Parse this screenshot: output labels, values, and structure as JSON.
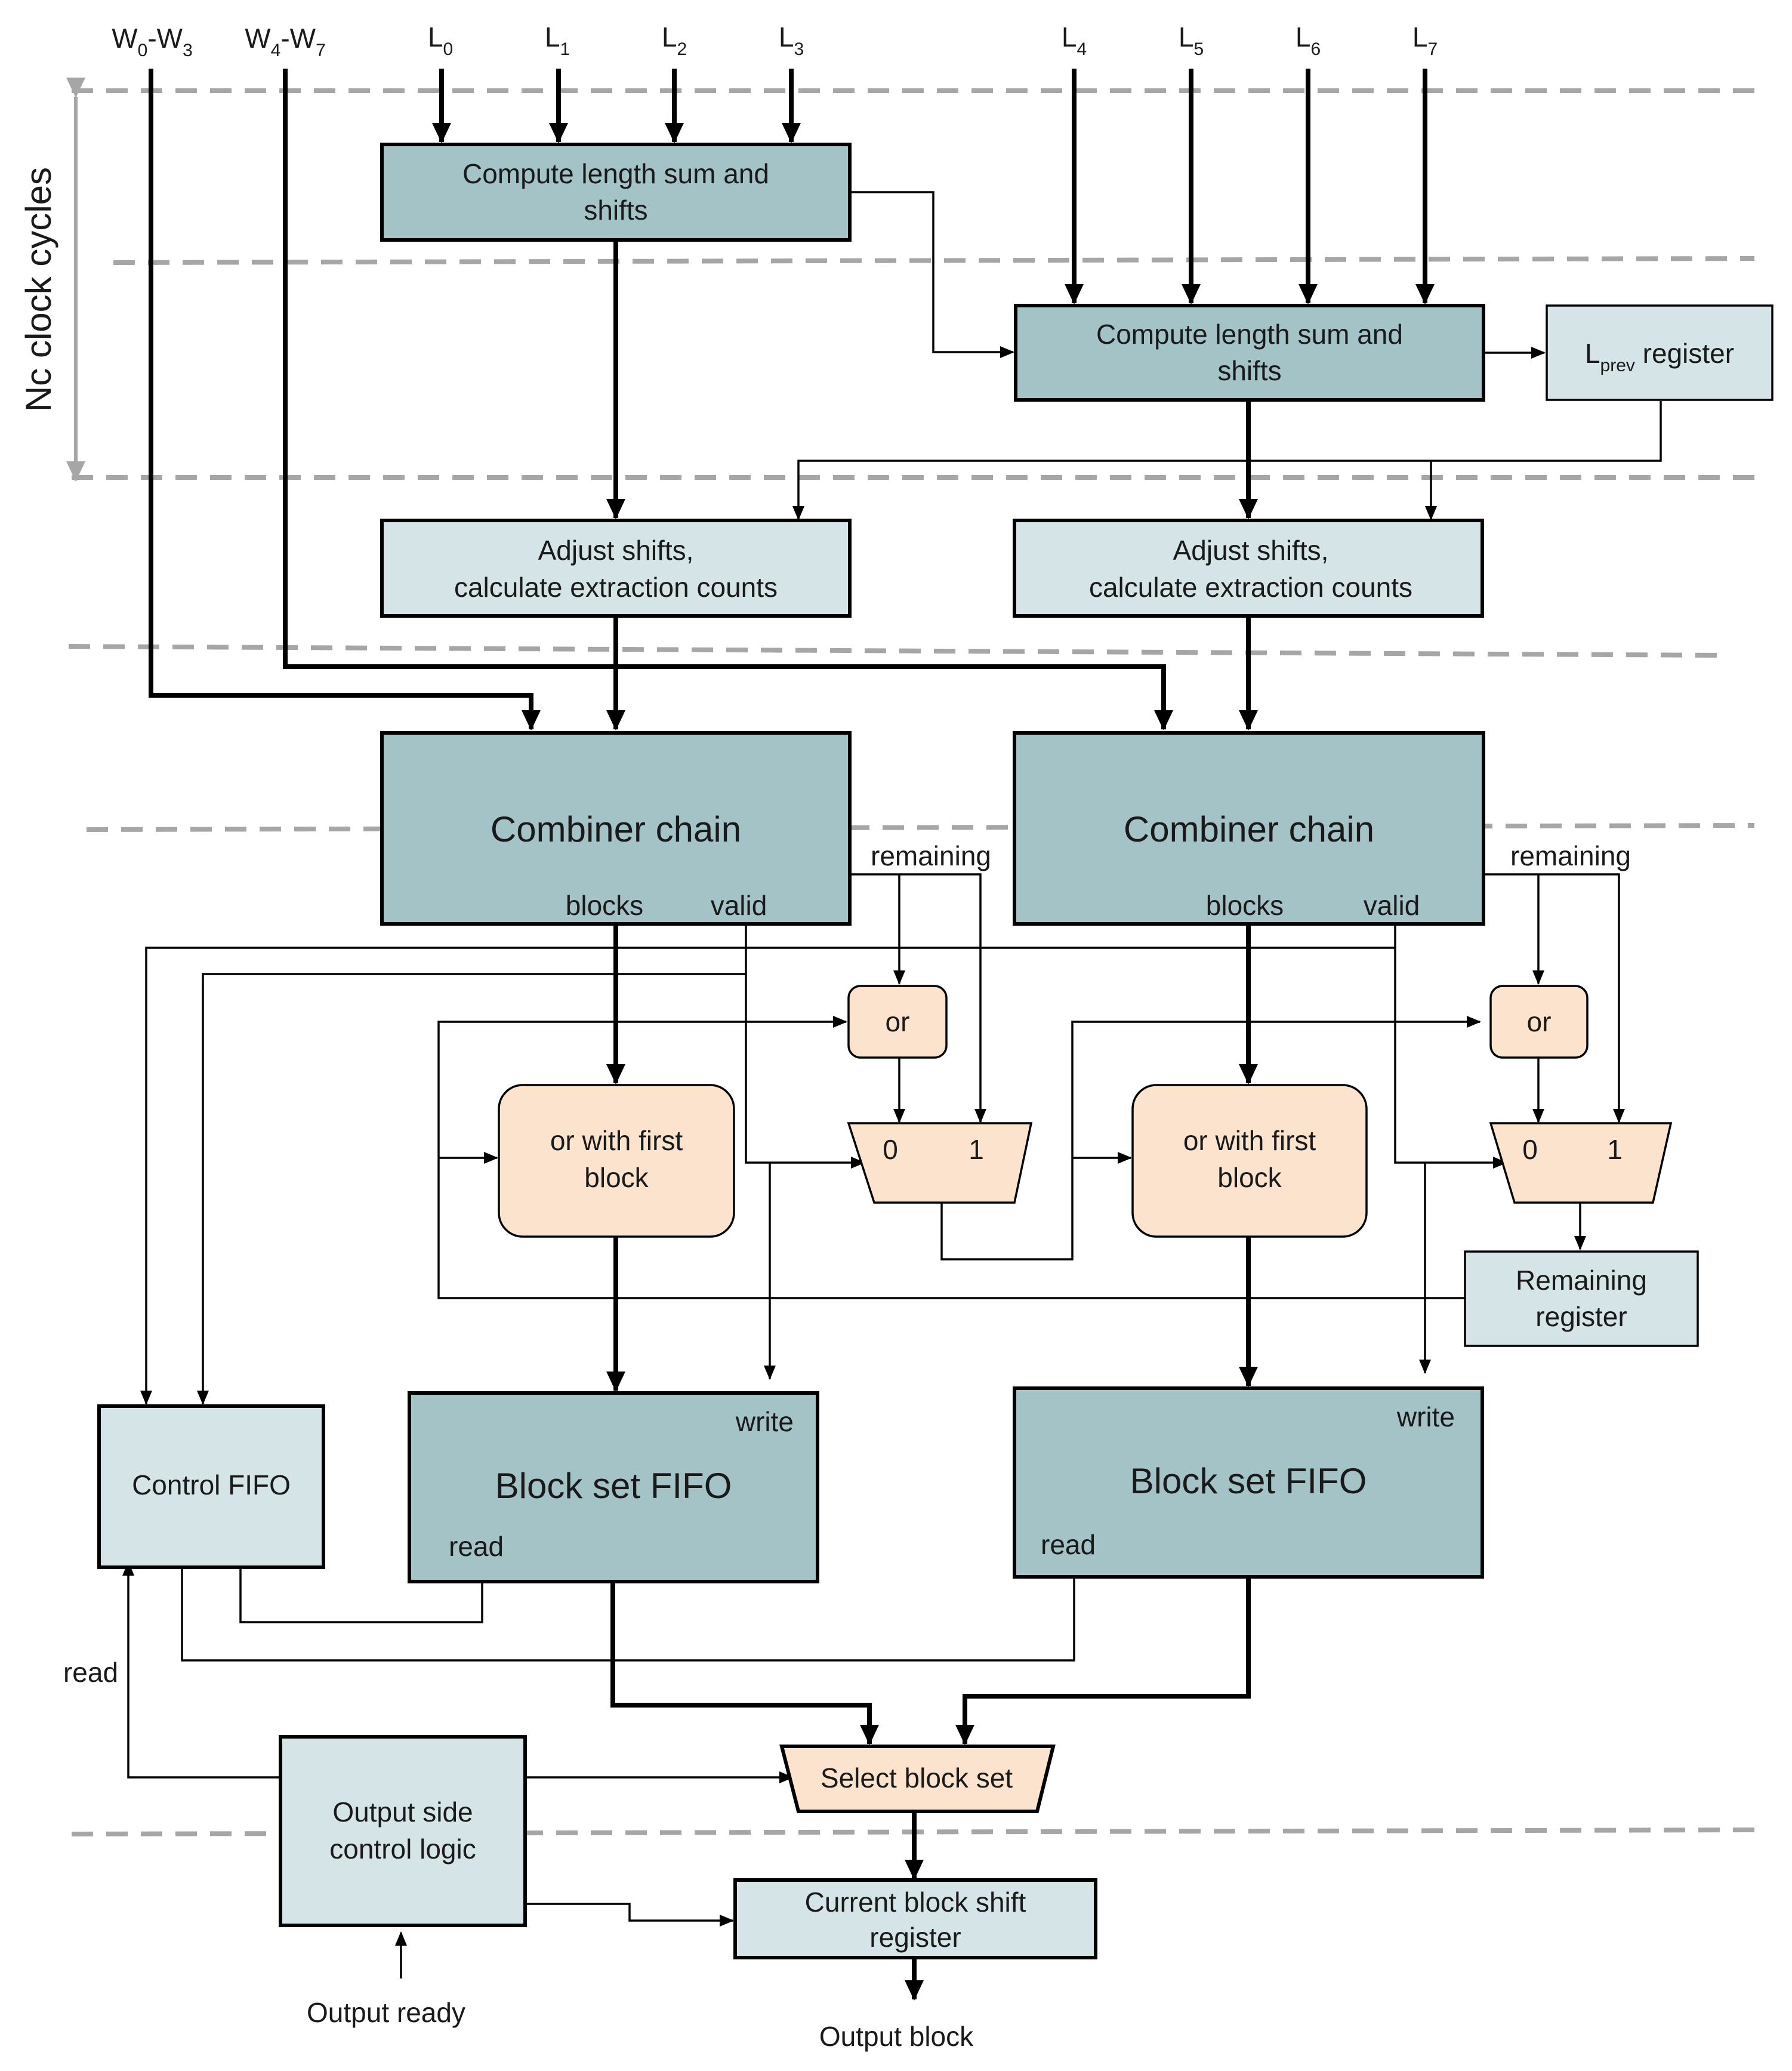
{
  "inputs": {
    "w03": {
      "main": "W",
      "s1": "0",
      "mid": "-W",
      "s2": "3"
    },
    "w47": {
      "main": "W",
      "s1": "4",
      "mid": "-W",
      "s2": "7"
    },
    "lengths": [
      {
        "main": "L",
        "sub": "0"
      },
      {
        "main": "L",
        "sub": "1"
      },
      {
        "main": "L",
        "sub": "2"
      },
      {
        "main": "L",
        "sub": "3"
      },
      {
        "main": "L",
        "sub": "4"
      },
      {
        "main": "L",
        "sub": "5"
      },
      {
        "main": "L",
        "sub": "6"
      },
      {
        "main": "L",
        "sub": "7"
      }
    ]
  },
  "timing": {
    "label": "Nc clock cycles"
  },
  "blocks": {
    "compute1": [
      "Compute length sum and",
      "shifts"
    ],
    "compute2": [
      "Compute length sum and",
      "shifts"
    ],
    "lprev": {
      "main": "L",
      "sub": "prev",
      "rest": " register"
    },
    "adjust1": [
      "Adjust shifts,",
      "calculate extraction counts"
    ],
    "adjust2": [
      "Adjust shifts,",
      "calculate extraction counts"
    ],
    "combiner1": "Combiner chain",
    "combiner2": "Combiner chain",
    "or_gate1": "or",
    "or_gate2": "or",
    "orfirst1": [
      "or with first",
      "block"
    ],
    "orfirst2": [
      "or with first",
      "block"
    ],
    "mux1": {
      "in0": "0",
      "in1": "1"
    },
    "mux2": {
      "in0": "0",
      "in1": "1"
    },
    "remaining_reg": [
      "Remaining",
      "register"
    ],
    "control_fifo": "Control FIFO",
    "fifo1": {
      "title": "Block set FIFO",
      "write": "write",
      "read": "read"
    },
    "fifo2": {
      "title": "Block set FIFO",
      "write": "write",
      "read": "read"
    },
    "select": "Select block set",
    "output_ctrl": [
      "Output side",
      "control logic"
    ],
    "shift_reg": [
      "Current block shift",
      "register"
    ]
  },
  "port_labels": {
    "remaining": "remaining",
    "blocks": "blocks",
    "valid": "valid",
    "read": "read"
  },
  "io_labels": {
    "output_ready": "Output ready",
    "output_block": "Output block"
  }
}
